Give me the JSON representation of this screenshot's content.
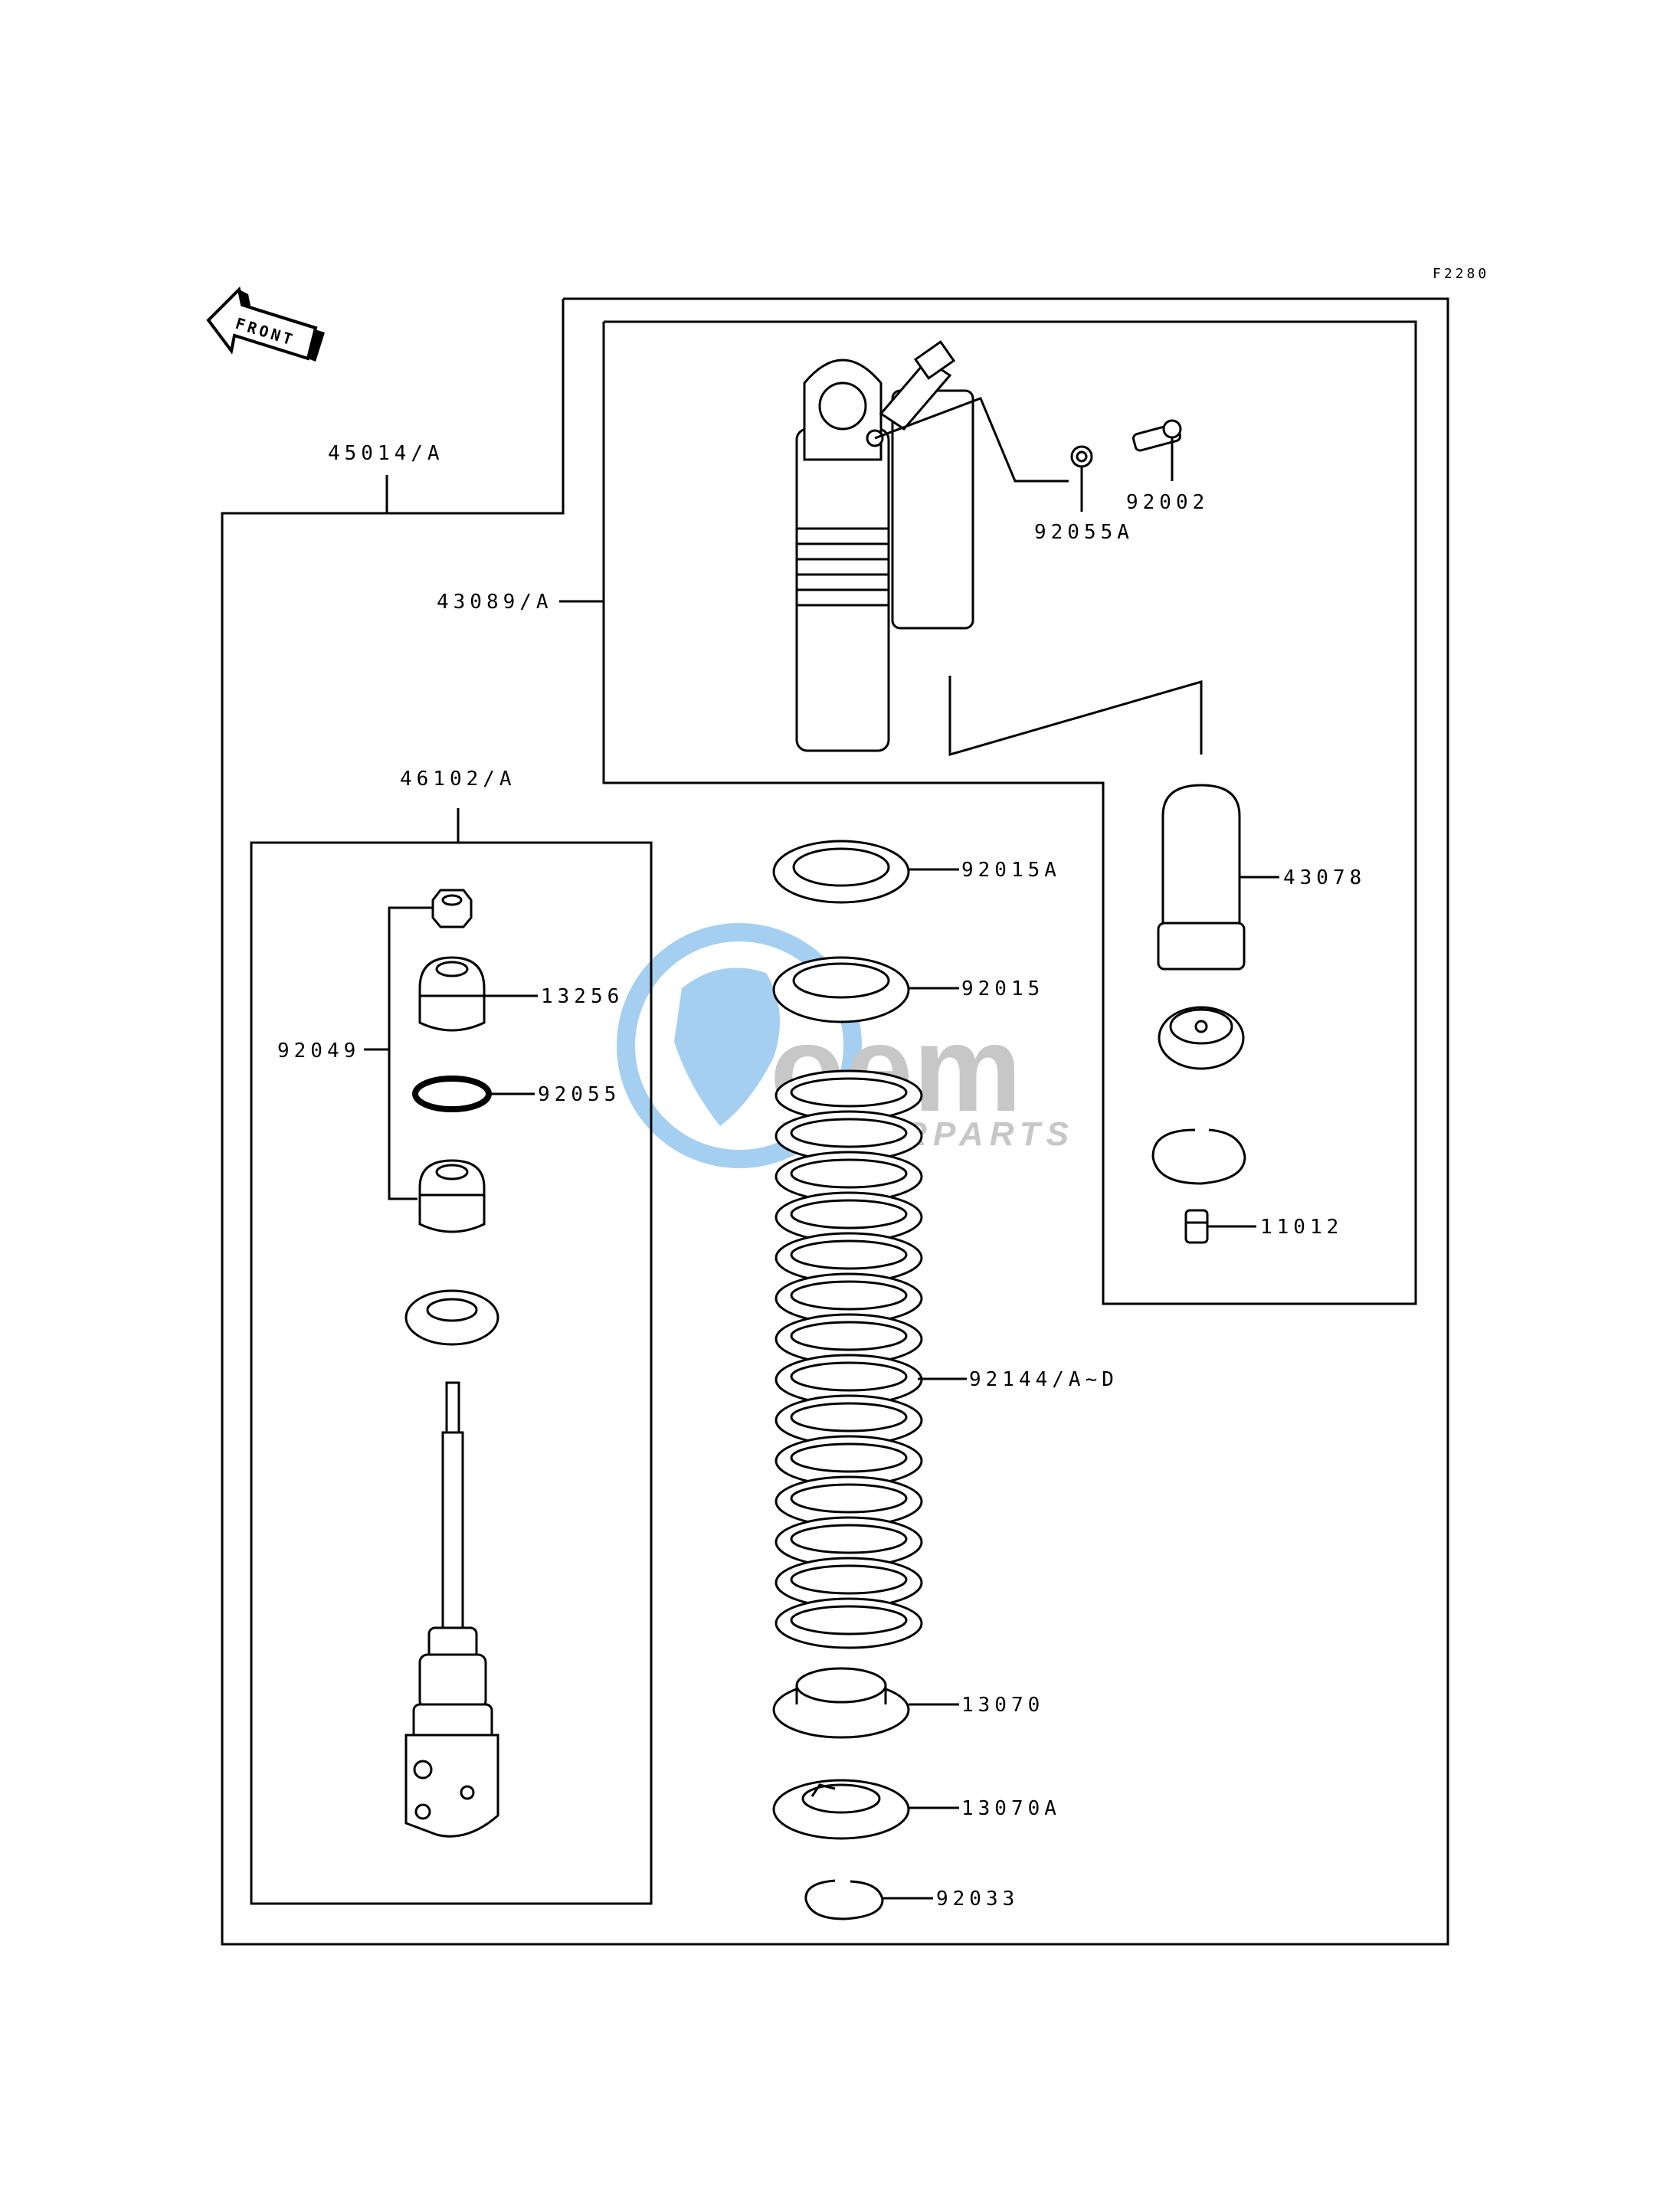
{
  "figure_code": "F2280",
  "front_label": "FRONT",
  "watermark": {
    "logo_text": "oem",
    "sub_text": "MOTORPARTS"
  },
  "labels": {
    "shock_assembly": "45014/A",
    "shock_body": "43089/A",
    "rod_unit": "46102/A",
    "valve_set": "92049",
    "nut": "92002",
    "o_ring_a": "92055A",
    "lock_nut_a": "92015A",
    "lock_nut": "92015",
    "bladder": "43078",
    "valve_cap": "11012",
    "bump_rubber": "13256",
    "o_ring": "92055",
    "spring": "92144/A~D",
    "spring_guide": "13070",
    "spring_guide_a": "13070A",
    "circlip": "92033"
  },
  "colors": {
    "line": "#000000",
    "watermark_blue": "#5aa9e6",
    "watermark_grey": "#9a9a9a"
  }
}
